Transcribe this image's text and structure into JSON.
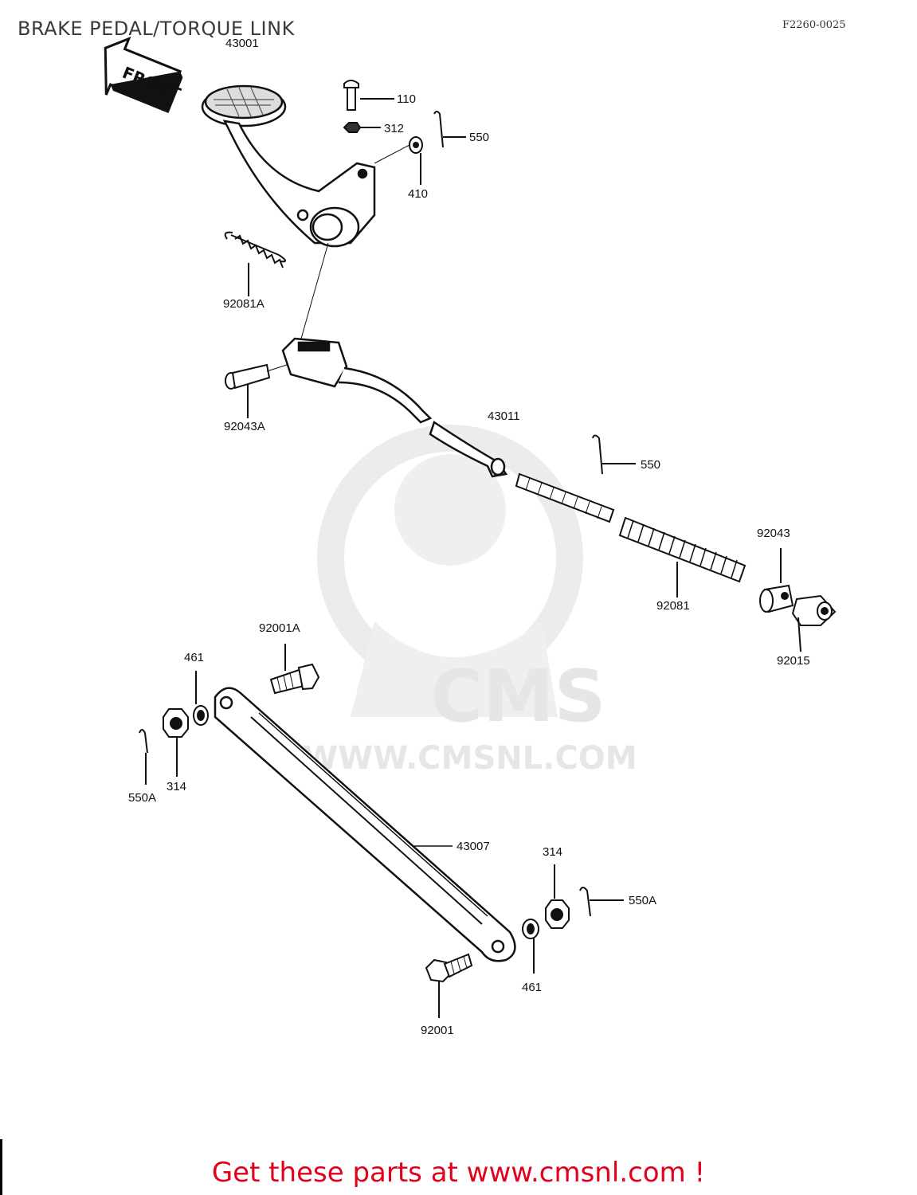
{
  "header": {
    "title": "BRAKE PEDAL/TORQUE LINK",
    "ref_code": "F2260-0025"
  },
  "direction_arrow": {
    "label": "FRONT"
  },
  "parts": {
    "p43001": "43001",
    "p110": "110",
    "p312": "312",
    "p550_top": "550",
    "p410": "410",
    "p92081A": "92081A",
    "p92043A": "92043A",
    "p43011": "43011",
    "p550_mid": "550",
    "p92043": "92043",
    "p92081": "92081",
    "p92015": "92015",
    "p92001A": "92001A",
    "p461_left": "461",
    "p314_left": "314",
    "p550A_left": "550A",
    "p43007": "43007",
    "p314_right": "314",
    "p550A_right": "550A",
    "p461_right": "461",
    "p92001": "92001"
  },
  "watermark": {
    "brand": "CMS",
    "url": "WWW.CMSNL.COM"
  },
  "footer": {
    "link_text": "Get these parts at www.cmsnl.com !"
  },
  "colors": {
    "footer_link": "#e3001b",
    "line_art": "#111111",
    "watermark": "#e6e6e6"
  }
}
